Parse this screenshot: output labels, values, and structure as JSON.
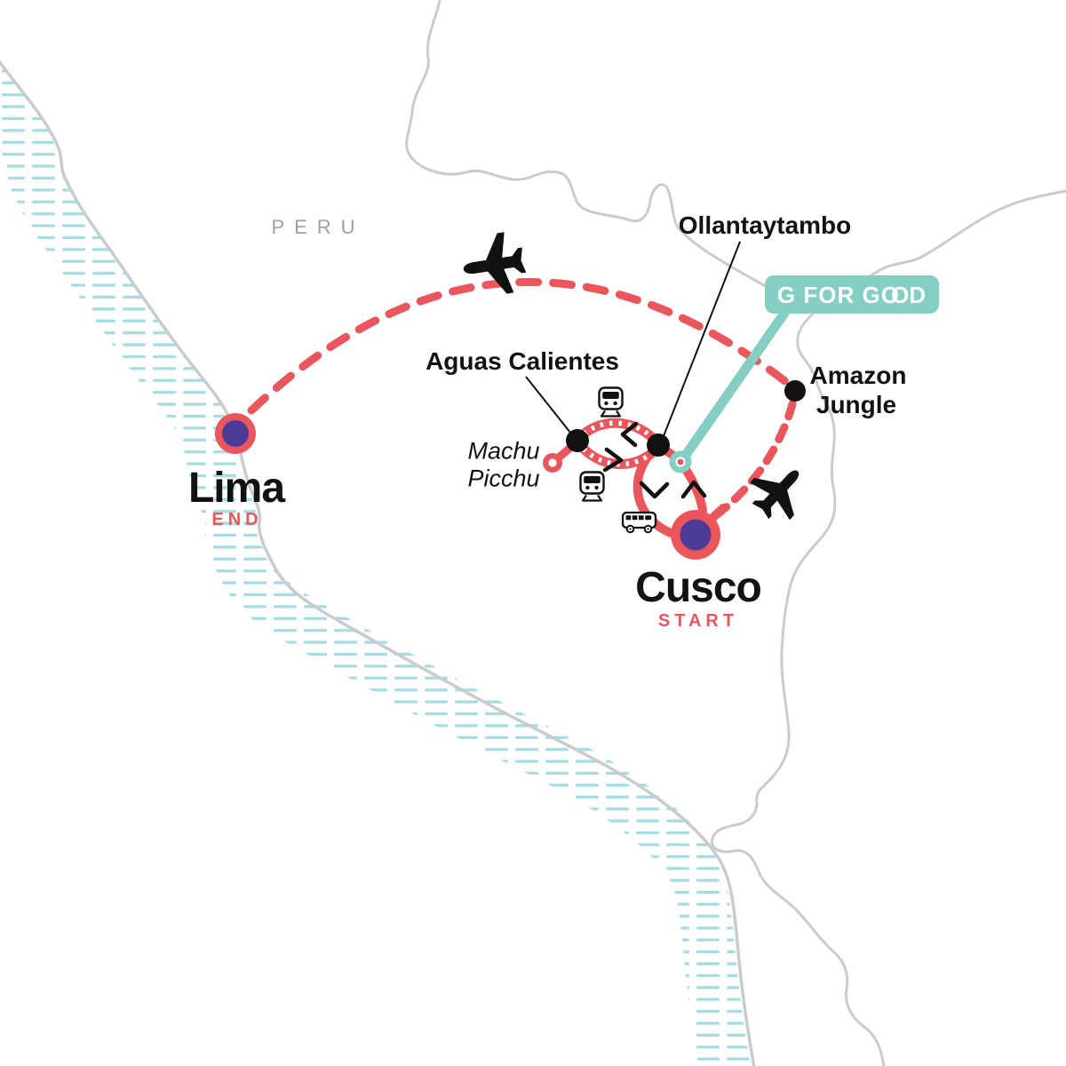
{
  "country": {
    "label": "PERU"
  },
  "badge": {
    "label": "G FOR GOOD",
    "prefix": "G FOR G",
    "oo": "OO",
    "suffix": "D"
  },
  "locations": {
    "lima": {
      "name": "Lima",
      "tag": "END"
    },
    "cusco": {
      "name": "Cusco",
      "tag": "START"
    },
    "aguas_calientes": {
      "name": "Aguas Calientes"
    },
    "machu_picchu": {
      "line1": "Machu",
      "line2": "Picchu"
    },
    "ollantaytambo": {
      "name": "Ollantaytambo"
    },
    "amazon_jungle": {
      "line1": "Amazon",
      "line2": "Jungle"
    }
  },
  "routes": [
    {
      "from": "Cusco",
      "to": "Ollantaytambo",
      "style": "solid-loop"
    },
    {
      "from": "Ollantaytambo",
      "to": "Aguas Calientes",
      "mode": "train",
      "style": "railway"
    },
    {
      "from": "Aguas Calientes",
      "to": "Machu Picchu",
      "style": "solid"
    },
    {
      "from": "Cusco",
      "to": "Amazon Jungle",
      "mode": "plane",
      "style": "dashed"
    },
    {
      "from": "Amazon Jungle",
      "to": "Lima",
      "mode": "plane",
      "style": "dashed"
    }
  ],
  "icons": {
    "plane": "airplane-icon",
    "train": "train-icon",
    "bus": "bus-icon"
  },
  "colors": {
    "route_red": "#E9575C",
    "marker_purple": "#4C3B96",
    "g_for_good_teal": "#85CEC3",
    "water_hatch": "#A6DCE3",
    "border_gray": "#C9CCCF",
    "country_text_gray": "#9AA0A6",
    "label_black": "#121212"
  }
}
